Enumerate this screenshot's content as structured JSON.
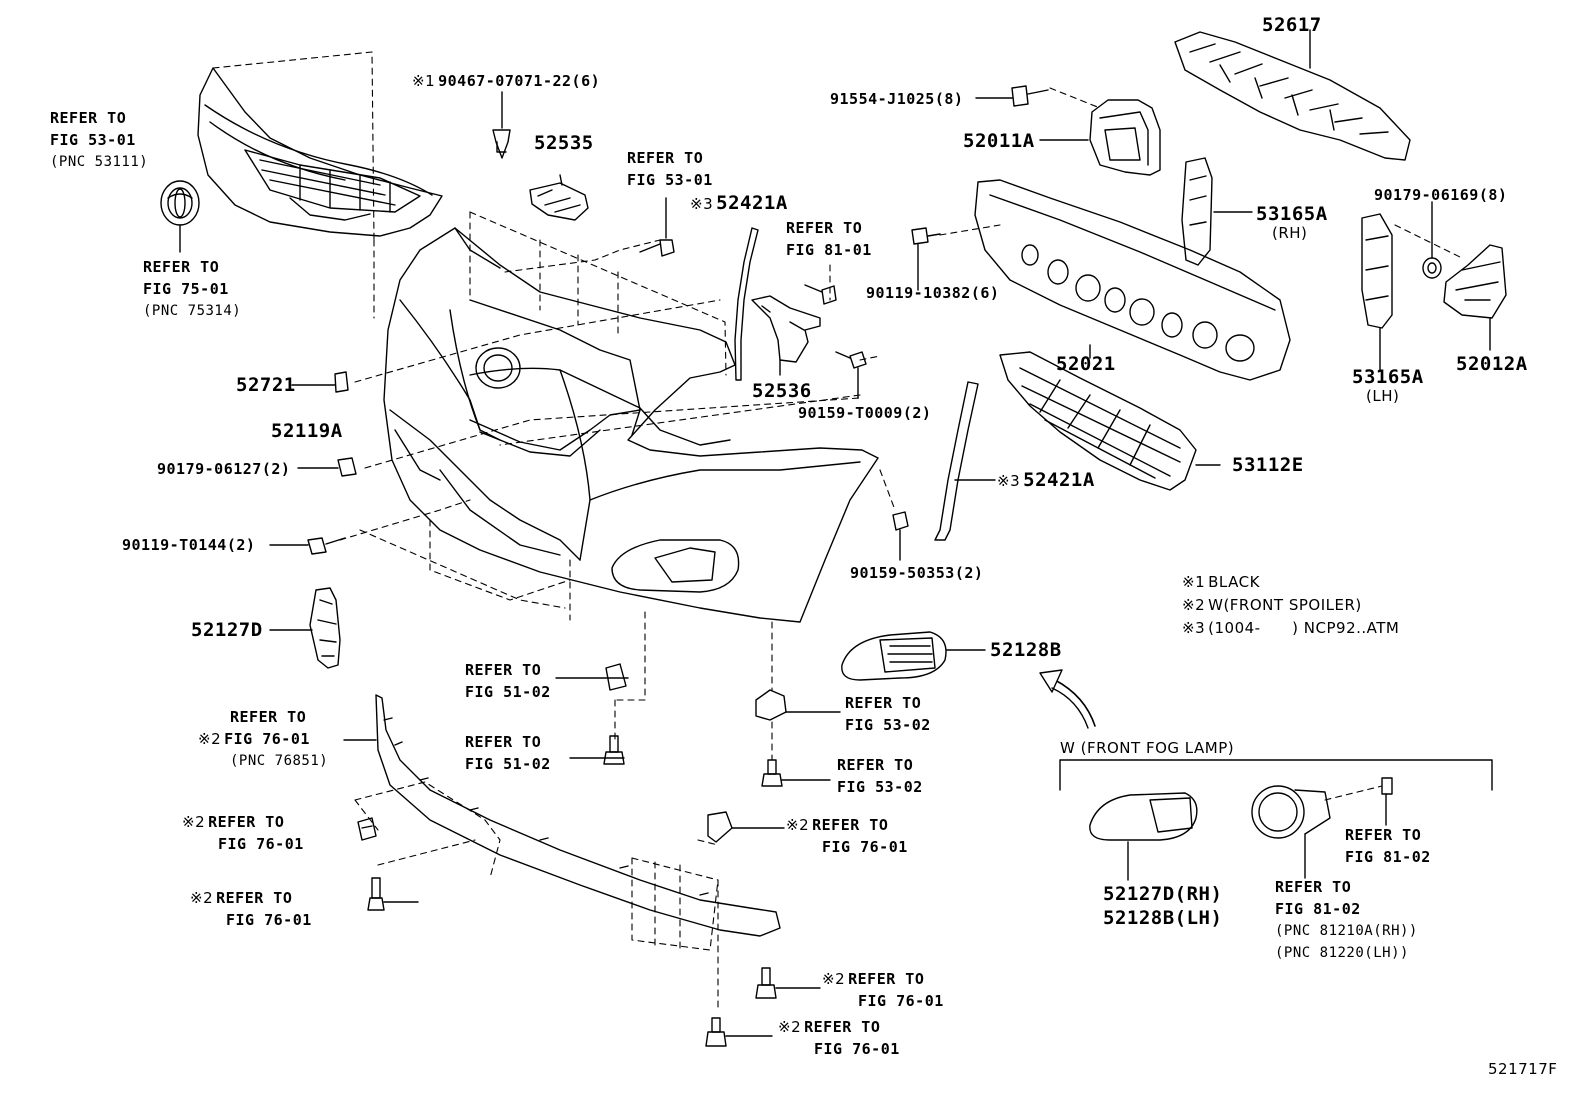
{
  "diagram_id": "521717F",
  "mark1": "※1",
  "mark2": "※2",
  "mark3": "※3",
  "refs": {
    "fig_53_01_a": "REFER TO",
    "fig_53_01_a2": "FIG 53-01",
    "fig_53_01_a3": "(PNC 53111)",
    "fig_75_01_1": "REFER TO",
    "fig_75_01_2": "FIG 75-01",
    "fig_75_01_3": "(PNC 75314)",
    "fig_53_01_b1": "REFER TO",
    "fig_53_01_b2": "FIG 53-01",
    "fig_81_01_1": "REFER TO",
    "fig_81_01_2": "FIG 81-01",
    "fig_51_02_a1": "REFER TO",
    "fig_51_02_a2": "FIG 51-02",
    "fig_51_02_b1": "REFER TO",
    "fig_51_02_b2": "FIG 51-02",
    "fig_53_02_a1": "REFER TO",
    "fig_53_02_a2": "FIG 53-02",
    "fig_53_02_b1": "REFER TO",
    "fig_53_02_b2": "FIG 53-02",
    "fig_76_01_spoiler1": "REFER TO",
    "fig_76_01_spoiler2": "FIG 76-01",
    "fig_76_01_spoiler3": "(PNC 76851)",
    "fig_76_01_c1": "REFER TO",
    "fig_76_01_c2": "FIG 76-01",
    "fig_76_01_d1": "REFER TO",
    "fig_76_01_d2": "FIG 76-01",
    "fig_76_01_e1": "REFER TO",
    "fig_76_01_e2": "FIG 76-01",
    "fig_76_01_f1": "REFER TO",
    "fig_76_01_f2": "FIG 76-01",
    "fig_76_01_g1": "REFER TO",
    "fig_76_01_g2": "FIG 76-01",
    "fig_81_02_a1": "REFER TO",
    "fig_81_02_a2": "FIG 81-02",
    "fig_81_02_b1": "REFER TO",
    "fig_81_02_b2": "FIG 81-02",
    "fig_81_02_b3": "(PNC 81210A(RH))",
    "fig_81_02_b4": "(PNC 81220(LH))"
  },
  "parts": {
    "p90467": "90467-07071-22(6)",
    "p52535": "52535",
    "p52421A_top": "52421A",
    "p52617": "52617",
    "p91554": "91554-J1025(8)",
    "p52011A": "52011A",
    "p53165A_rh": "53165A",
    "p53165A_rh_side": "(RH)",
    "p90179_06169": "90179-06169(8)",
    "p90119_10382": "90119-10382(6)",
    "p52021": "52021",
    "p53165A_lh": "53165A",
    "p53165A_lh_side": "(LH)",
    "p52012A": "52012A",
    "p52721": "52721",
    "p52536": "52536",
    "p52119A": "52119A",
    "p90159_T0009": "90159-T0009(2)",
    "p90179_06127": "90179-06127(2)",
    "p53112E": "53112E",
    "p52421A_mid": "52421A",
    "p90119_T0144": "90119-T0144(2)",
    "p90159_50353": "90159-50353(2)",
    "p52127D": "52127D",
    "p52128B": "52128B",
    "p52127D_rh": "52127D(RH)",
    "p52128B_lh": "52128B(LH)"
  },
  "notes": {
    "n1": "BLACK",
    "n2": "W(FRONT SPOILER)",
    "n3": "(1004-      ) NCP92..ATM",
    "fog_lamp_group": "W (FRONT FOG LAMP)"
  }
}
